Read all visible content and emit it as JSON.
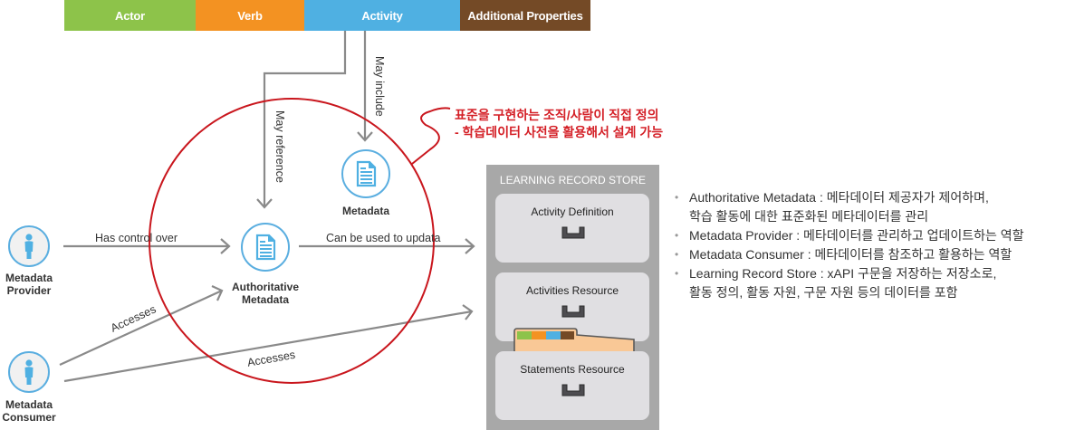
{
  "header_bar": [
    {
      "label": "Actor",
      "color": "#8dc34a"
    },
    {
      "label": "Verb",
      "color": "#f39222"
    },
    {
      "label": "Activity",
      "color": "#4fb0e2"
    },
    {
      "label": "Additional Properties",
      "color": "#744a26"
    }
  ],
  "nodes": {
    "metadata_provider": {
      "label_line1": "Metadata",
      "label_line2": "Provider",
      "icon": "person-icon"
    },
    "metadata_consumer": {
      "label_line1": "Metadata",
      "label_line2": "Consumer",
      "icon": "person-icon"
    },
    "authoritative_metadata": {
      "label_line1": "Authoritative",
      "label_line2": "Metadata",
      "icon": "document-icon"
    },
    "metadata": {
      "label": "Metadata",
      "icon": "document-icon"
    }
  },
  "edges": {
    "has_control_over": "Has control over",
    "can_be_used_to_update": "Can be used to updata",
    "accesses_authoritative": "Accesses",
    "accesses_lrs": "Accesses",
    "may_reference": "May reference",
    "may_include": "May include"
  },
  "annotation": {
    "line1": "표준을 구현하는 조직/사람이 직접 정의",
    "line2": "- 학습데이터 사전을 활용해서 설계 가능",
    "color": "#d41f26"
  },
  "lrs": {
    "title": "LEARNING RECORD STORE",
    "cards": [
      "Activity Definition",
      "Activities Resource",
      "Statements Resource"
    ]
  },
  "notes": [
    {
      "line1": "Authoritative Metadata : 메타데이터 제공자가 제어하며,",
      "line2": "학습 활동에 대한 표준화된 메타데이터를 관리"
    },
    {
      "line1": "Metadata Provider : 메타데이터를 관리하고 업데이트하는 역할",
      "line2": ""
    },
    {
      "line1": "Metadata Consumer : 메타데이터를 참조하고 활용하는 역할",
      "line2": ""
    },
    {
      "line1": "Learning Record Store : xAPI 구문을 저장하는 저장소로,",
      "line2": "활동 정의, 활동 자원, 구문 자원 등의 데이터를 포함"
    }
  ]
}
